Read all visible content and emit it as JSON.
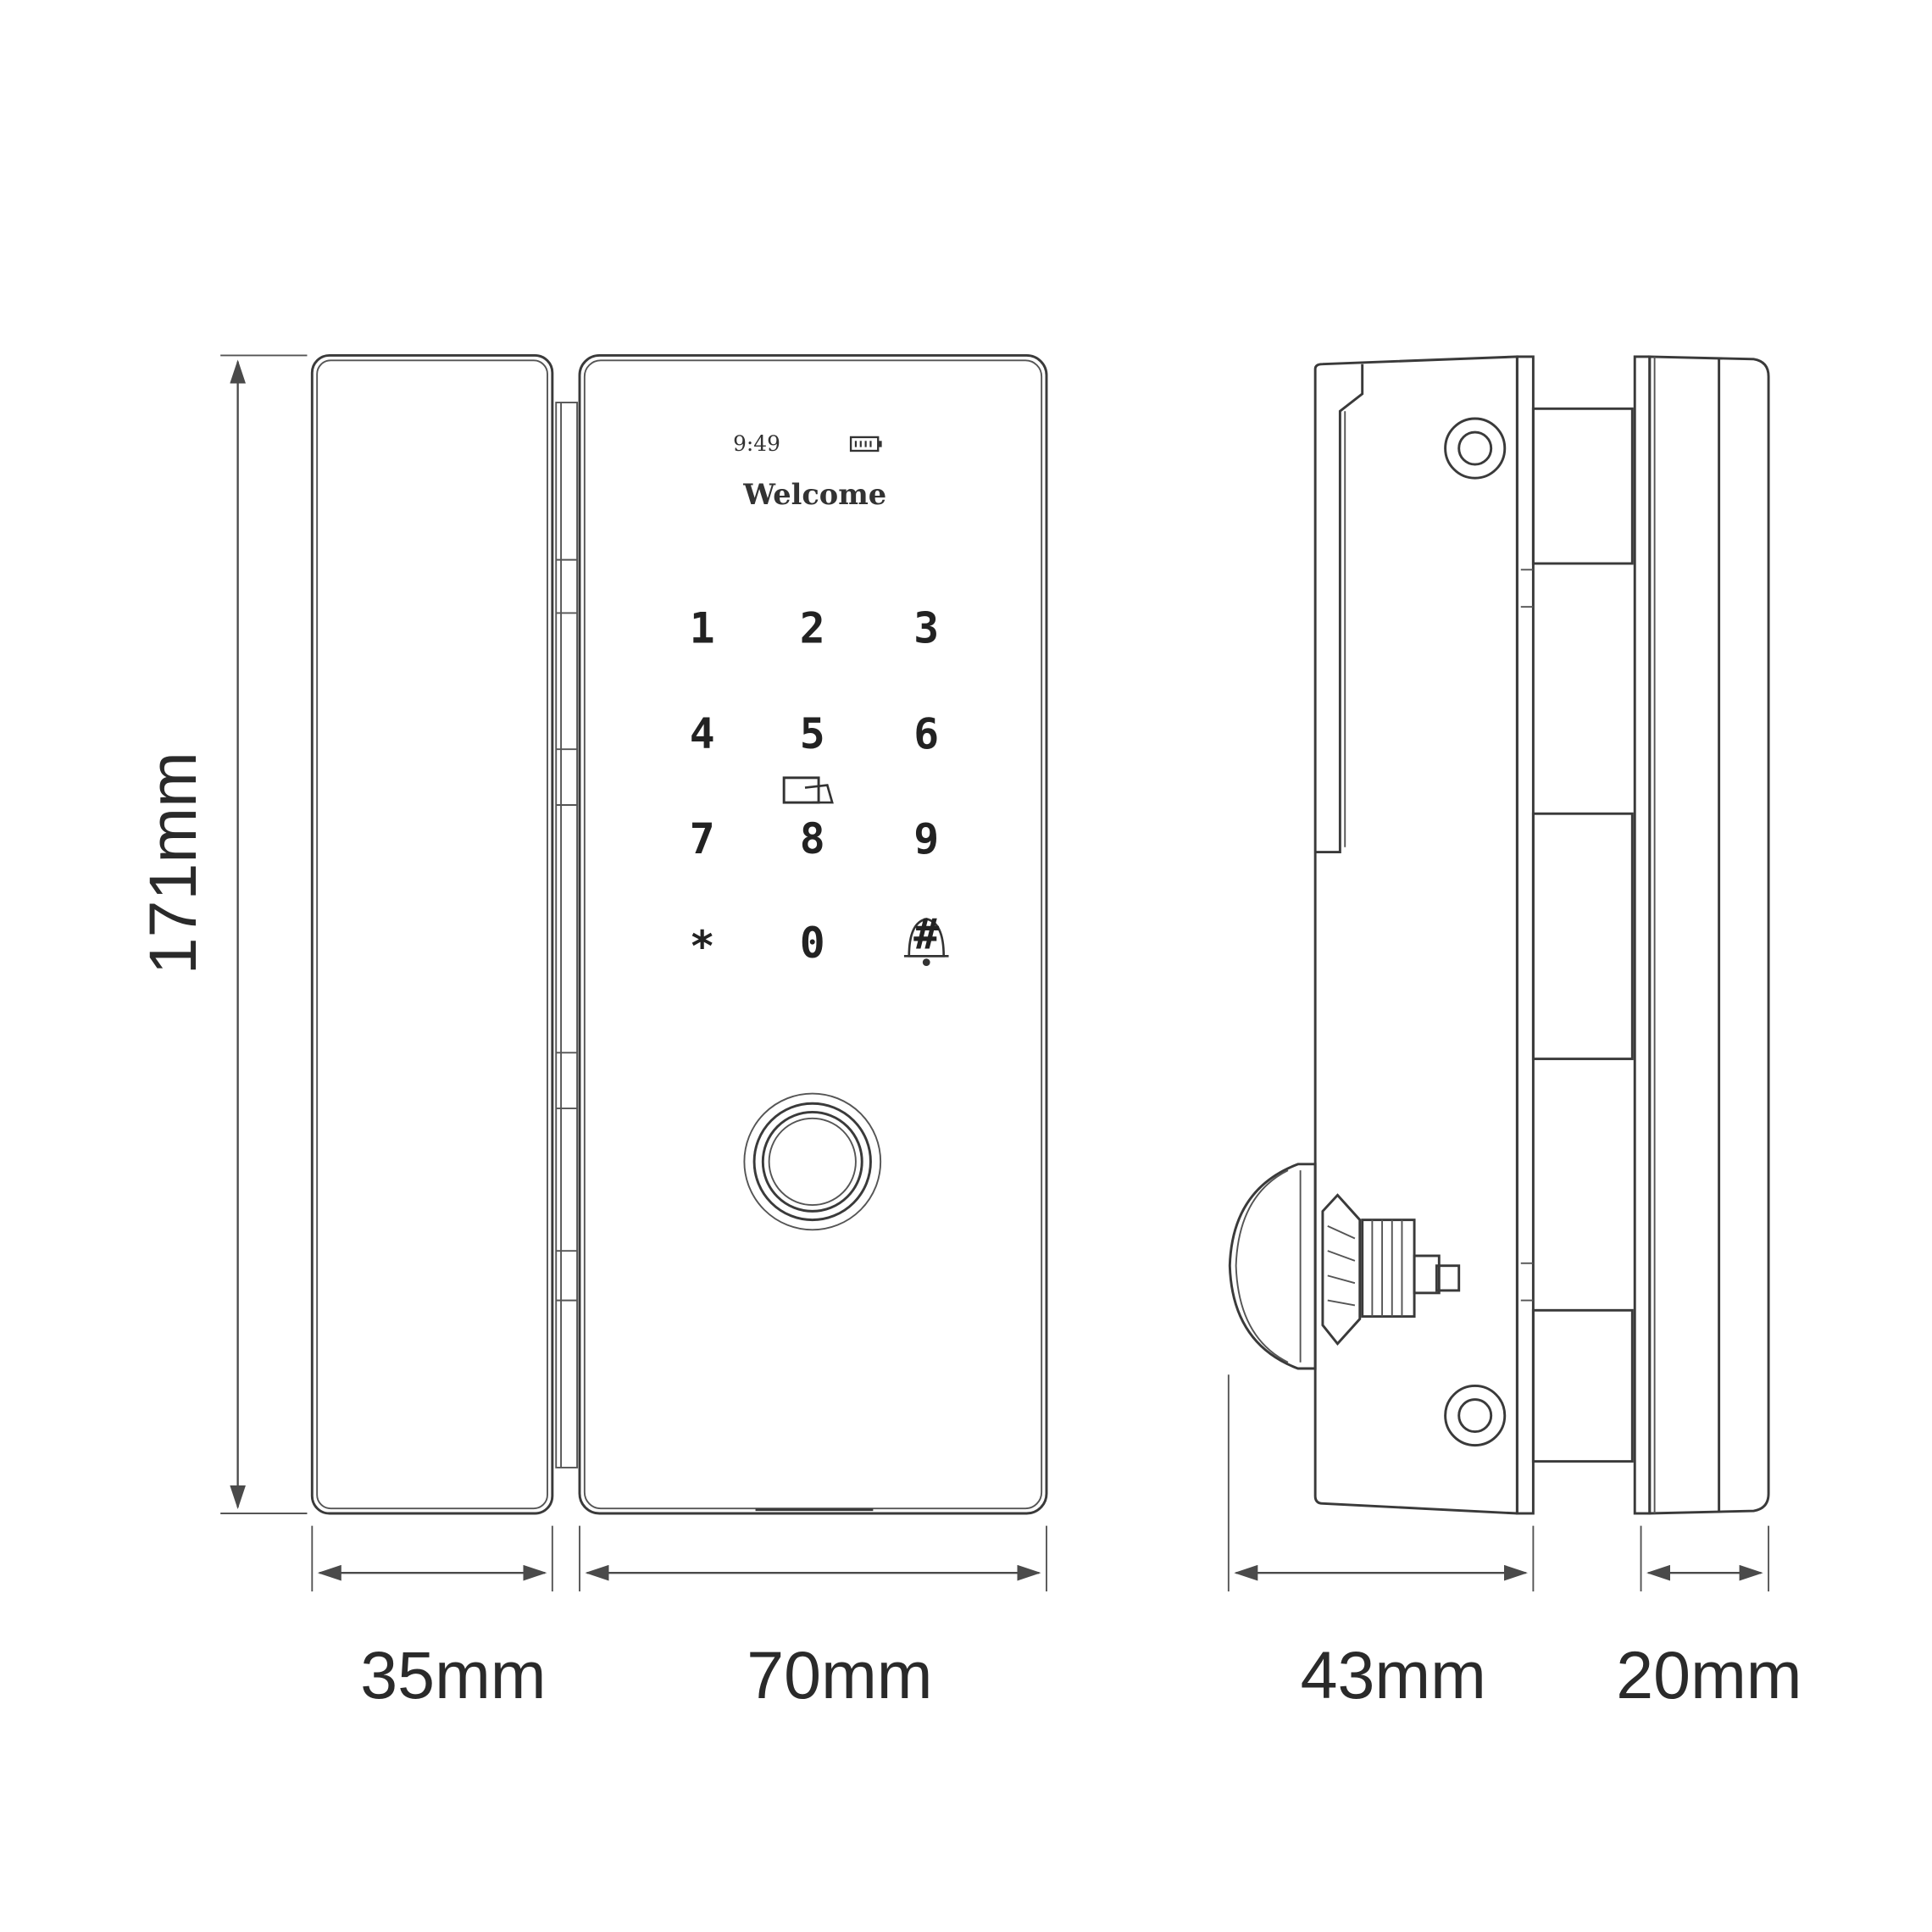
{
  "title": "Glass door smart lock dimension drawing",
  "screen": {
    "time": "9:49",
    "message": "Welcome",
    "battery_icon": "battery-full-icon"
  },
  "keypad": {
    "keys": [
      "1",
      "2",
      "3",
      "4",
      "5",
      "6",
      "7",
      "8",
      "9",
      "*",
      "0",
      "#"
    ],
    "card_icon": "card-reader-icon",
    "bell_icon": "doorbell-icon"
  },
  "dimensions": {
    "height": "171mm",
    "left_width": "35mm",
    "front_width": "70mm",
    "side_depth": "43mm",
    "side_thickness": "20mm"
  },
  "colors": {
    "line": "#3a3a3a",
    "background": "#ffffff"
  }
}
